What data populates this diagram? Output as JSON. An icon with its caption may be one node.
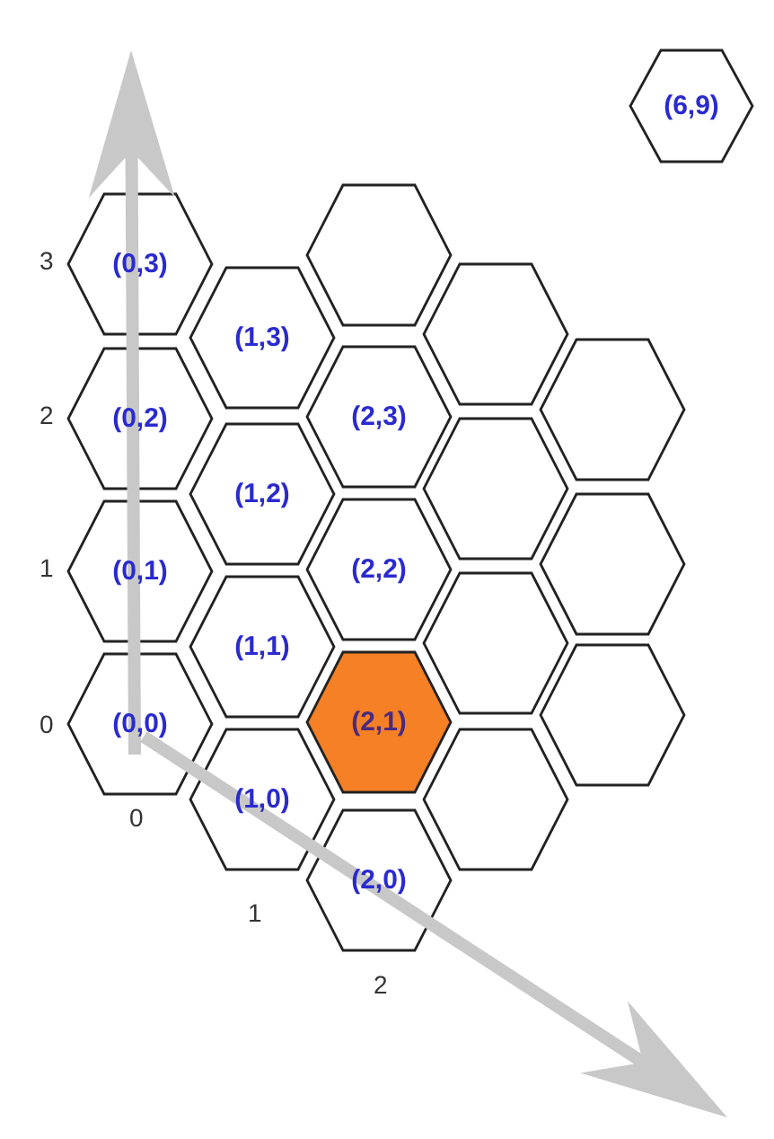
{
  "diagram": {
    "nodes": [
      {
        "text": [
          "(6,9)"
        ]
      },
      {
        "text": [
          "(0,3)"
        ]
      },
      {
        "text": [
          "(0,2)"
        ]
      },
      {
        "text": [
          "(0,1)"
        ]
      },
      {
        "text": [
          "(0,0)"
        ]
      },
      {
        "text": [
          "(1,3)"
        ]
      },
      {
        "text": [
          "(1,2)"
        ]
      },
      {
        "text": [
          "(1,1)"
        ]
      },
      {
        "text": [
          "(1,0)"
        ]
      },
      {
        "text": [],
        "shape": "hexagon"
      },
      {
        "text": [
          "(2,3)"
        ]
      },
      {
        "text": [
          "(2,2)"
        ]
      },
      {
        "text": [
          "(2,1)"
        ]
      },
      {
        "text": [
          "(2,0)"
        ]
      },
      {
        "text": [],
        "shape": "hexagon"
      },
      {
        "text": [],
        "shape": "hexagon"
      },
      {
        "text": [],
        "shape": "hexagon"
      },
      {
        "text": [],
        "shape": "hexagon"
      },
      {
        "text": [],
        "shape": "hexagon"
      },
      {
        "text": [],
        "shape": "hexagon"
      },
      {
        "text": [],
        "shape": "hexagon"
      }
    ],
    "labels": [
      "3",
      "2",
      "1",
      "0",
      "0",
      "1",
      "2"
    ]
  }
}
